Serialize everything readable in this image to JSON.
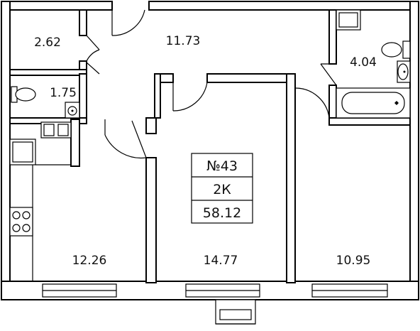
{
  "apartment": {
    "number": "№43",
    "type": "2К",
    "total_area": "58.12"
  },
  "rooms": [
    {
      "id": "storage",
      "area": "2.62"
    },
    {
      "id": "hallway",
      "area": "11.73"
    },
    {
      "id": "bathroom",
      "area": "4.04"
    },
    {
      "id": "wc",
      "area": "1.75"
    },
    {
      "id": "kitchen",
      "area": "12.26"
    },
    {
      "id": "room-1",
      "area": "14.77"
    },
    {
      "id": "room-2",
      "area": "10.95"
    }
  ],
  "colors": {
    "wall": "#000000",
    "background": "#ffffff"
  }
}
